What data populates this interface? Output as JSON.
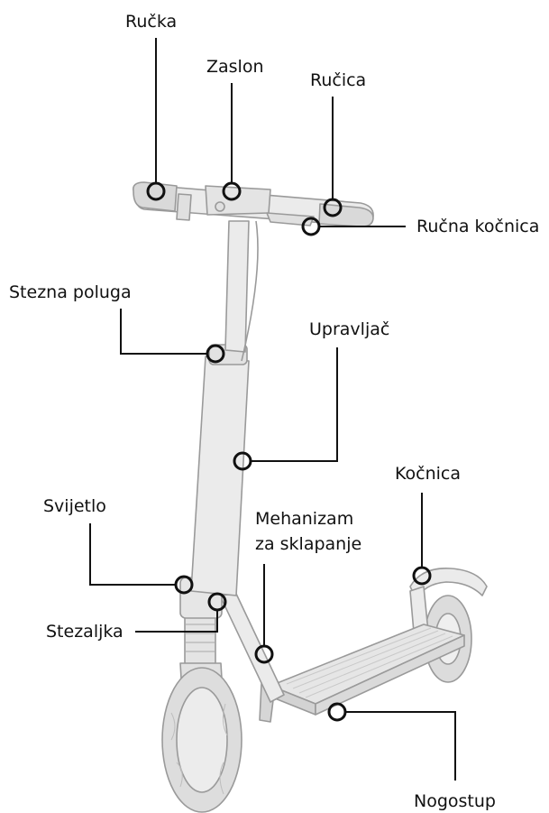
{
  "colors": {
    "background": "#ffffff",
    "scooter_fill": "#ebebeb",
    "scooter_shade": "#cfcfcf",
    "scooter_outline": "#9a9a9a",
    "callout_line": "#111111",
    "label_text": "#111111"
  },
  "labels": {
    "rucka": "Ručka",
    "zaslon": "Zaslon",
    "rucica": "Ručica",
    "rucna_kocnica": "Ručna kočnica",
    "stezna_poluga": "Stezna poluga",
    "upravljac": "Upravljač",
    "kocnica": "Kočnica",
    "svjetlo": "Svijetlo",
    "mehanizam_1": "Mehanizam",
    "mehanizam_2": "za sklapanje",
    "stezaljka": "Stezaljka",
    "nogostup": "Nogostup"
  }
}
